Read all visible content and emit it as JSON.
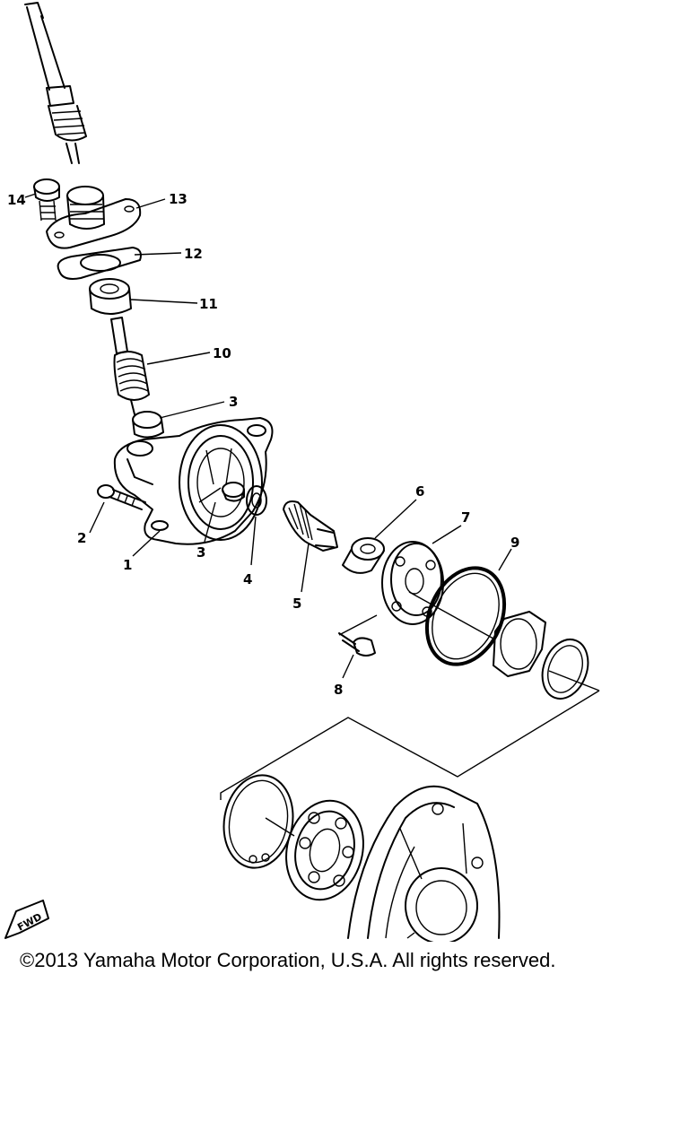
{
  "diagram": {
    "callouts": [
      "1",
      "2",
      "3",
      "3",
      "4",
      "5",
      "6",
      "7",
      "8",
      "9",
      "10",
      "11",
      "12",
      "13",
      "14"
    ],
    "fwd_badge": "FWD"
  },
  "footer": {
    "copyright": "©2013 Yamaha Motor Corporation, U.S.A. All rights reserved."
  }
}
